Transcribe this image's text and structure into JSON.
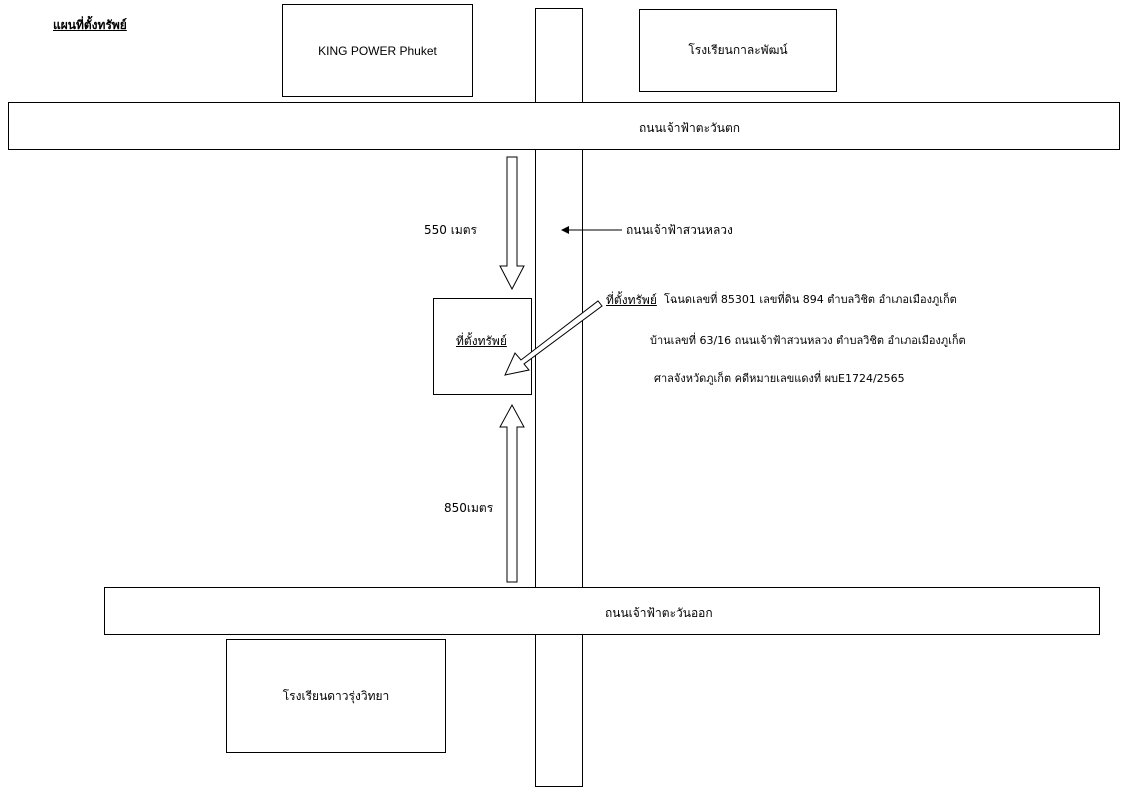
{
  "title": "แผนที่ตั้งทรัพย์",
  "landmarks": {
    "king_power": "KING POWER Phuket",
    "school_top": "โรงเรียนกาละพัฒน์",
    "school_bottom": "โรงเรียนดาวรุ่งวิทยา"
  },
  "roads": {
    "west": "ถนนเจ้าฟ้าตะวันตก",
    "east": "ถนนเจ้าฟ้าตะวันออก",
    "vertical": "ถนนเจ้าฟ้าสวนหลวง"
  },
  "distances": {
    "north": "550 เมตร",
    "south": "850เมตร"
  },
  "property": {
    "box_label": "ที่ตั้งทรัพย์",
    "label": "ที่ตั้งทรัพย์",
    "line1": "โฉนดเลขที่ 85301 เลขที่ดิน 894 ตำบลวิชิต อำเภอเมืองภูเก็ต",
    "line2": "บ้านเลขที่ 63/16 ถนนเจ้าฟ้าสวนหลวง ตำบลวิชิต อำเภอเมืองภูเก็ต",
    "line3": "ศาลจังหวัดภูเก็ต คดีหมายเลขแดงที่ ผบE1724/2565"
  }
}
